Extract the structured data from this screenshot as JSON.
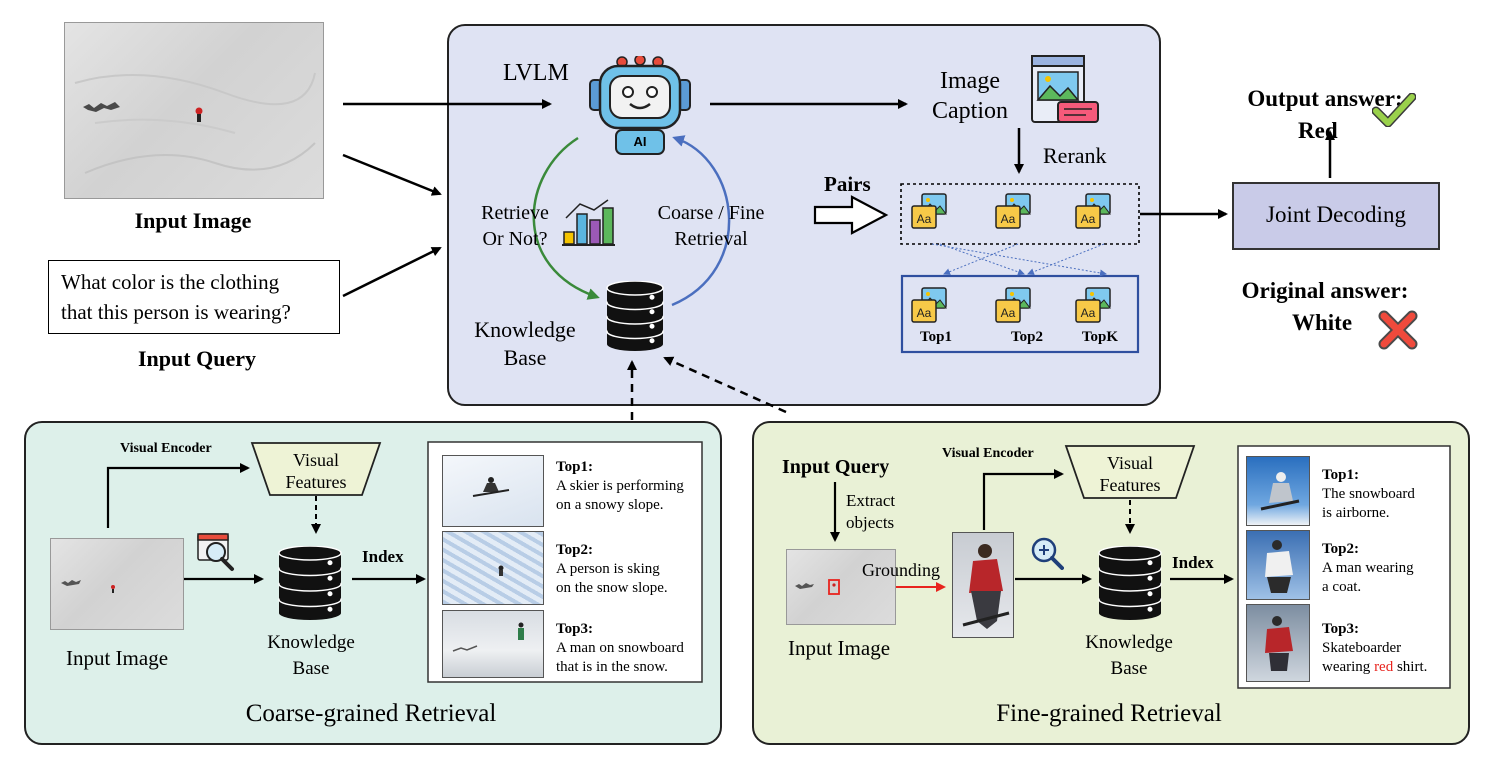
{
  "input": {
    "image_label": "Input Image",
    "query_text_line1": "What color is the clothing",
    "query_text_line2": "that this person is wearing?",
    "query_label": "Input Query"
  },
  "center": {
    "lvlm": "LVLM",
    "ai": "AI",
    "image_caption_line1": "Image",
    "image_caption_line2": "Caption",
    "rerank": "Rerank",
    "pairs": "Pairs",
    "retrieve_line1": "Retrieve",
    "retrieve_line2": "Or Not?",
    "coarse_fine_line1": "Coarse / Fine",
    "coarse_fine_line2": "Retrieval",
    "kb_line1": "Knowledge",
    "kb_line2": "Base",
    "top_labels": [
      "Top1",
      "Top2",
      "TopK"
    ]
  },
  "output": {
    "output_title": "Output answer:",
    "output_value": "Red",
    "joint_decoding": "Joint Decoding",
    "original_title": "Original answer:",
    "original_value": "White"
  },
  "coarse": {
    "title": "Coarse-grained Retrieval",
    "visual_encoder": "Visual Encoder",
    "visual_features_line1": "Visual",
    "visual_features_line2": "Features",
    "input_image": "Input Image",
    "kb_line1": "Knowledge",
    "kb_line2": "Base",
    "index": "Index",
    "results": [
      {
        "rank": "Top1:",
        "line1": "A skier is performing",
        "line2": "on a snowy slope."
      },
      {
        "rank": "Top2:",
        "line1": "A person is sking",
        "line2": "on the snow slope."
      },
      {
        "rank": "Top3:",
        "line1": "A man on snowboard",
        "line2": "that is in the snow."
      }
    ]
  },
  "fine": {
    "title": "Fine-grained Retrieval",
    "input_query": "Input Query",
    "visual_encoder": "Visual Encoder",
    "extract_line1": "Extract",
    "extract_line2": "objects",
    "visual_features_line1": "Visual",
    "visual_features_line2": "Features",
    "grounding": "Grounding",
    "input_image": "Input Image",
    "kb_line1": "Knowledge",
    "kb_line2": "Base",
    "index": "Index",
    "results": [
      {
        "rank": "Top1:",
        "line1": "The snowboard",
        "line2": "is airborne."
      },
      {
        "rank": "Top2:",
        "line1": "A man wearing",
        "line2": "a coat."
      },
      {
        "rank": "Top3:",
        "line1": "Skateboarder",
        "line2_pre": "wearing ",
        "line2_red": "red",
        "line2_post": " shirt."
      }
    ]
  },
  "colors": {
    "center_panel": "#dfe3f3",
    "coarse_panel": "#ddf0ea",
    "fine_panel": "#e9f1d6",
    "joint_box": "#c9cbe8",
    "green_arrow": "#3a8a3a",
    "blue_arrow": "#4b6fbf",
    "red": "#e8241e"
  },
  "icons": [
    "robot-icon",
    "database-icon",
    "bar-chart-icon",
    "image-caption-icon",
    "image-text-pair-icon",
    "check-icon",
    "cross-icon",
    "search-icon",
    "zoom-icon"
  ]
}
